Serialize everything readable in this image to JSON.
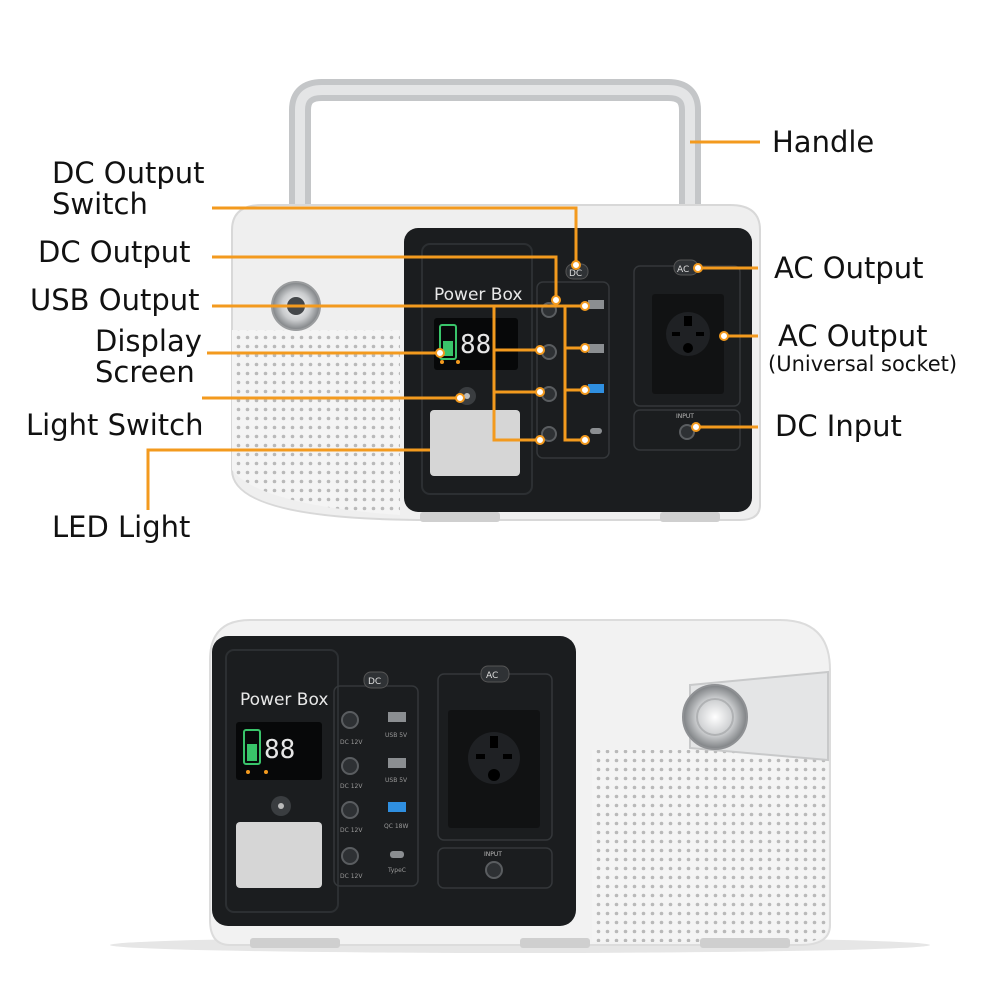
{
  "callouts": {
    "handle": "Handle",
    "dc_output_switch_l1": "DC Output",
    "dc_output_switch_l2": "Switch",
    "dc_output": "DC Output",
    "usb_output": "USB Output",
    "display_l1": "Display",
    "display_l2": "Screen",
    "light_switch": "Light Switch",
    "led_light": "LED Light",
    "ac_output": "AC Output",
    "ac_socket_l1": "AC Output",
    "ac_socket_l2": "(Universal socket)",
    "dc_input": "DC Input"
  },
  "device": {
    "brand": "Power Box",
    "dc_badge": "DC",
    "ac_badge": "AC",
    "input_label": "INPUT",
    "lcd_digits": "88",
    "port_dc12": "DC 12V",
    "port_usb5": "USB 5V",
    "port_qc": "QC 18W",
    "port_typec": "TypeC"
  },
  "colors": {
    "accent": "#F39A1E",
    "panel": "#1b1d1f",
    "body": "#f2f2f2"
  }
}
